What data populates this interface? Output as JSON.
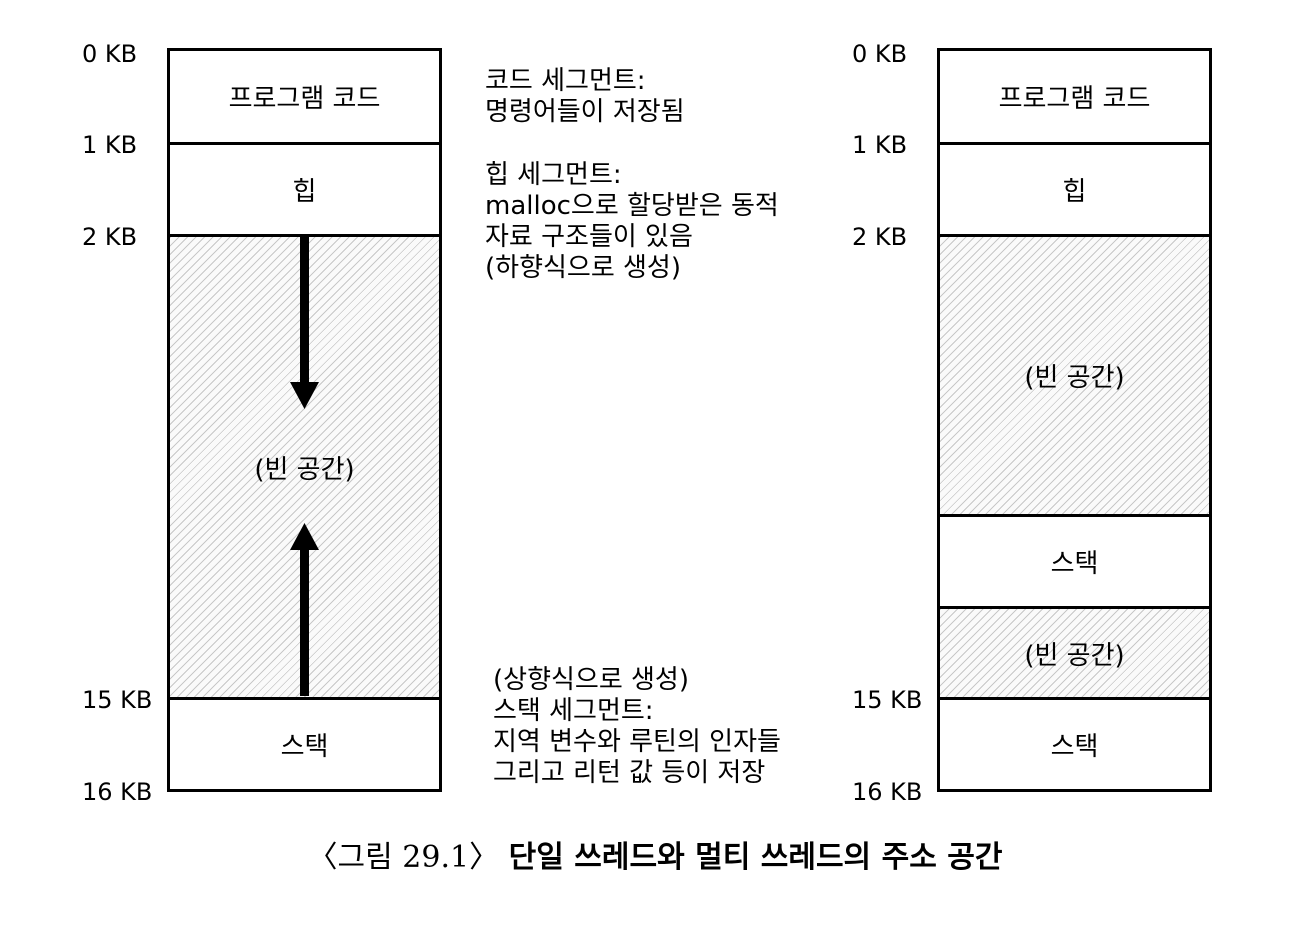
{
  "left_diagram": {
    "addresses": [
      "0 KB",
      "1 KB",
      "2 KB",
      "15 KB",
      "16 KB"
    ],
    "segments": {
      "code": "프로그램 코드",
      "heap": "힙",
      "free": "(빈 공간)",
      "stack": "스택"
    }
  },
  "right_diagram": {
    "addresses": [
      "0 KB",
      "1 KB",
      "2 KB",
      "15 KB",
      "16 KB"
    ],
    "segments": {
      "code": "프로그램 코드",
      "heap": "힙",
      "free1": "(빈 공간)",
      "stack2": "스택",
      "free2": "(빈 공간)",
      "stack1": "스택"
    }
  },
  "annotations": {
    "code": [
      "코드 세그먼트:",
      "명령어들이 저장됨"
    ],
    "heap": [
      "힙 세그먼트:",
      "malloc으로 할당받은 동적",
      "자료 구조들이 있음",
      "(하향식으로 생성)"
    ],
    "stack": [
      "(상향식으로 생성)",
      "스택 세그먼트:",
      "지역 변수와 루틴의 인자들",
      "그리고 리턴 값 등이 저장"
    ]
  },
  "caption": {
    "number": "〈그림 29.1〉",
    "title": "단일 쓰레드와 멀티 쓰레드의 주소 공간"
  }
}
